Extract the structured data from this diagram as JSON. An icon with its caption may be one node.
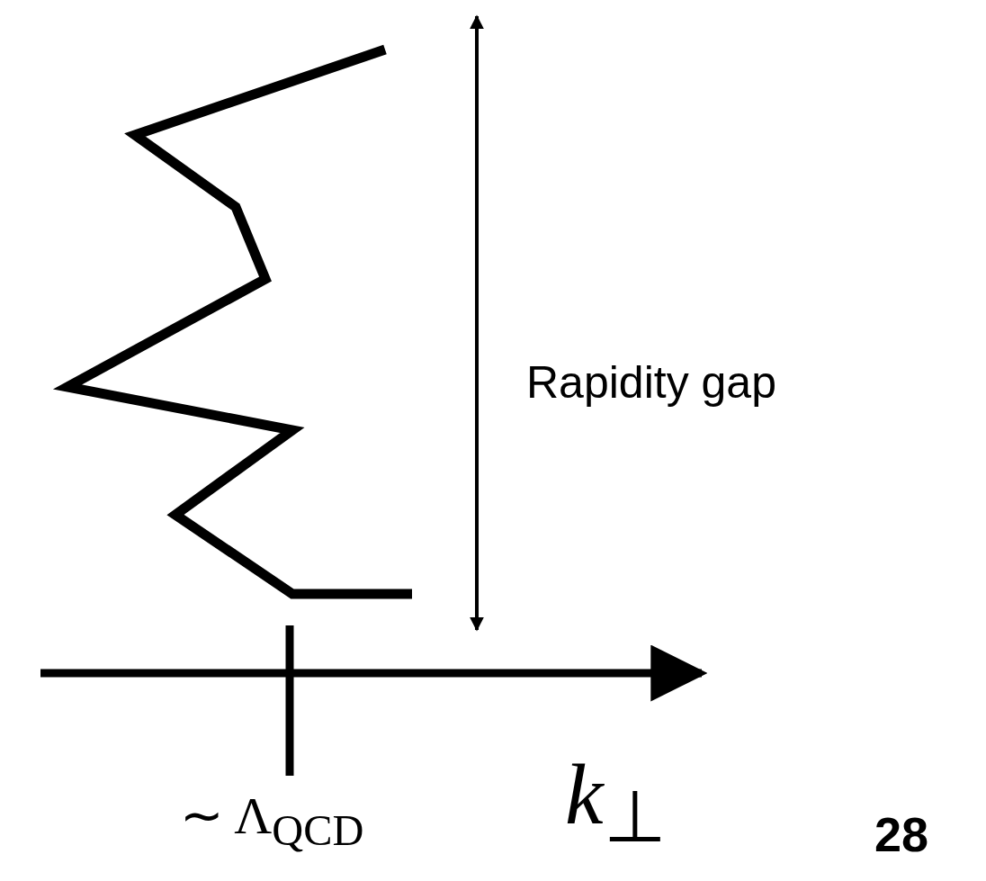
{
  "diagram": {
    "labels": [
      "Rapidity gap",
      "∼ Λ$_{QCD}$",
      "*k*$_{⊥}$",
      "28"
    ]
  }
}
